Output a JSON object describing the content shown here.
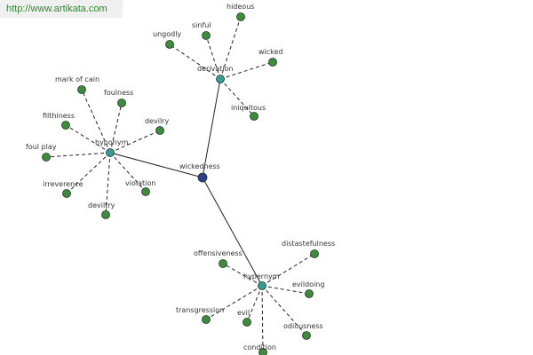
{
  "watermark": {
    "text": "http://www.artikata.com"
  },
  "colors": {
    "root_fill": "#2a3d8f",
    "hub_fill": "#3a9a9a",
    "leaf_fill": "#3f8a3f",
    "node_stroke": "#1a3a1a",
    "solid_edge": "#222222",
    "dashed_edge": "#222222",
    "label": "#333333"
  },
  "graph": {
    "root": {
      "id": "wickedness",
      "label": "wickedness"
    },
    "hubs": [
      {
        "id": "derivation",
        "label": "derivation",
        "leaves": [
          "hideous",
          "sinful",
          "ungodly",
          "wicked",
          "iniquitous"
        ]
      },
      {
        "id": "hyponym",
        "label": "hyponym",
        "leaves": [
          "mark of cain",
          "foulness",
          "filthiness",
          "devilry",
          "foul play",
          "irreverence",
          "violation",
          "deviltry"
        ]
      },
      {
        "id": "hypernym",
        "label": "hypernym",
        "leaves": [
          "offensiveness",
          "distastefulness",
          "evildoing",
          "transgression",
          "evil",
          "odiousness",
          "condition"
        ]
      }
    ]
  }
}
